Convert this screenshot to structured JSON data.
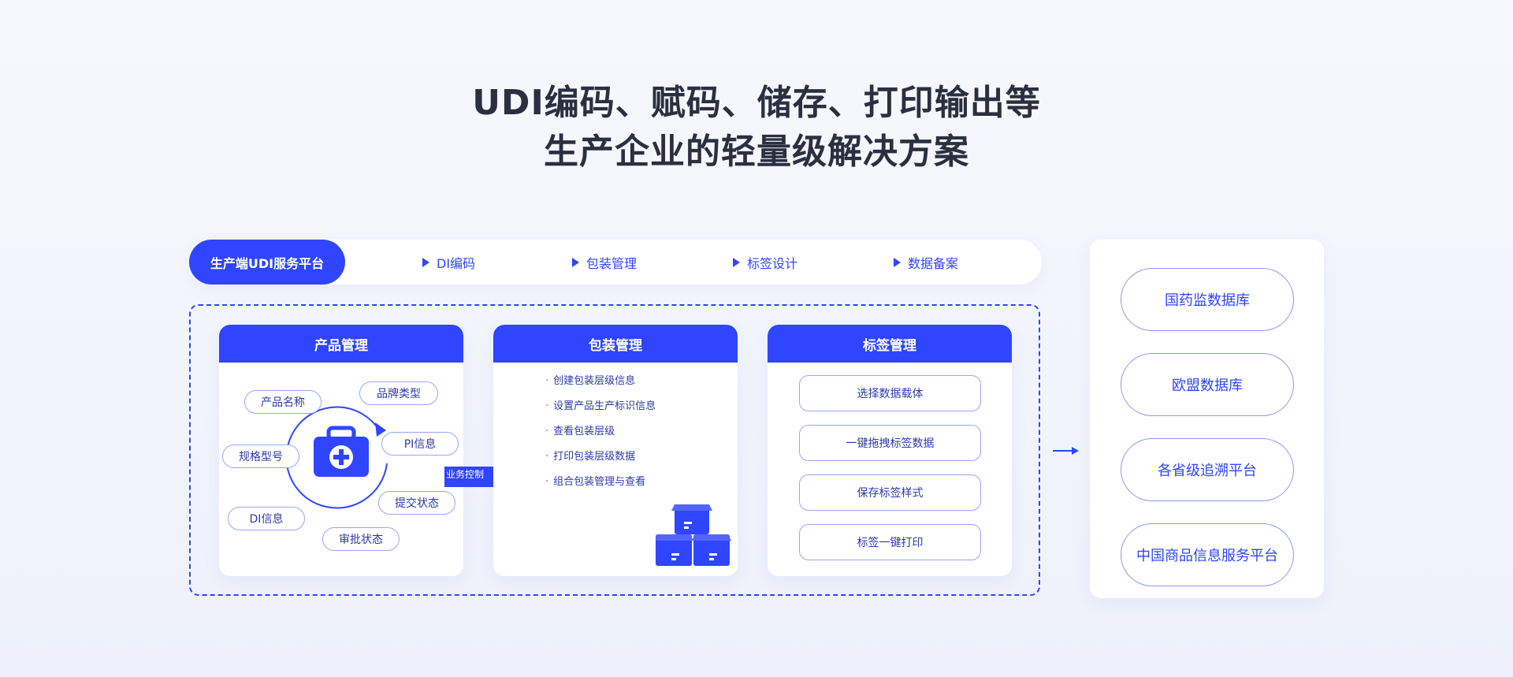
{
  "headline": {
    "line1": "UDI编码、赋码、储存、打印输出等",
    "line2": "生产企业的轻量级解决方案"
  },
  "pillbar": {
    "primary": "生产端UDI服务平台",
    "steps": [
      "DI编码",
      "包装管理",
      "标签设计",
      "数据备案"
    ]
  },
  "product_panel": {
    "title": "产品管理",
    "icon": "medical-kit-icon",
    "tags": [
      "产品名称",
      "品牌类型",
      "规格型号",
      "PI信息",
      "提交状态",
      "DI信息",
      "审批状态"
    ]
  },
  "flow": {
    "label": "业务控制"
  },
  "package_panel": {
    "title": "包装管理",
    "items": [
      "创建包装层级信息",
      "设置产品生产标识信息",
      "查看包装层级",
      "打印包装层级数据",
      "组合包装管理与查看"
    ],
    "icon": "stacked-boxes-icon"
  },
  "label_panel": {
    "title": "标签管理",
    "buttons": [
      "选择数据载体",
      "一键拖拽标签数据",
      "保存标签样式",
      "标签一键打印"
    ]
  },
  "destinations": [
    "国药监数据库",
    "欧盟数据库",
    "各省级追溯平台",
    "中国商品信息服务平台"
  ],
  "colors": {
    "accent": "#2f45ff",
    "text_dark": "#2b2f3f",
    "outline": "#9aa6f3"
  }
}
